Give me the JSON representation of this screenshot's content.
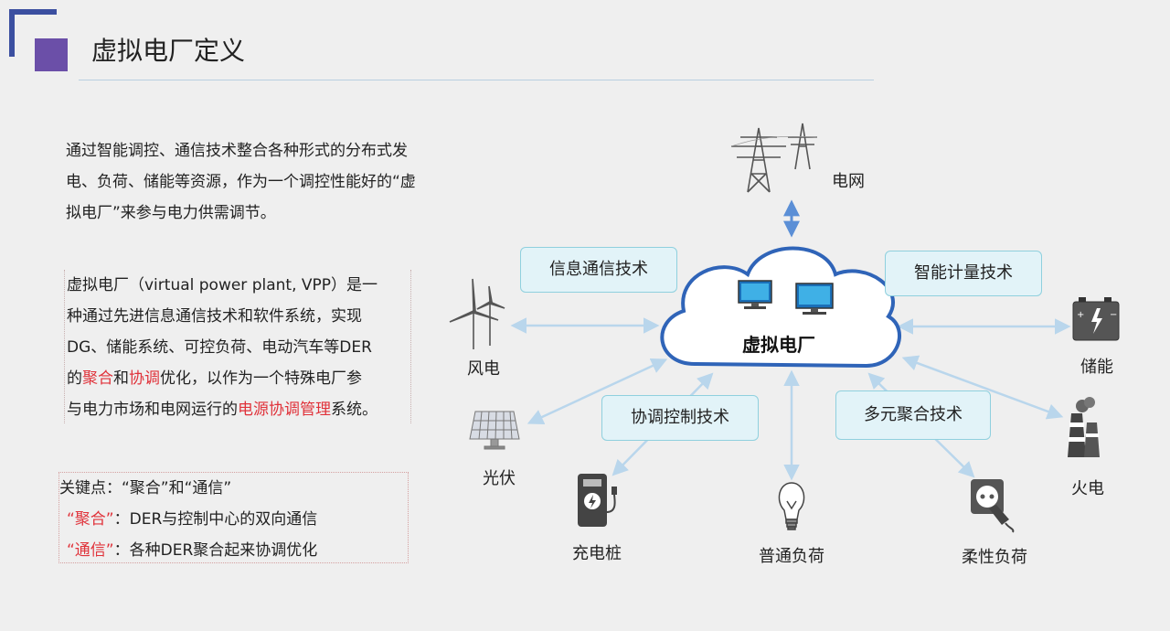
{
  "page": {
    "title": "虚拟电厂定义"
  },
  "left": {
    "para1": "通过智能调控、通信技术整合各种形式的分布式发电、负荷、储能等资源，作为一个调控性能好的“虚拟电厂”来参与电力供需调节。",
    "para2": {
      "line1": "虚拟电厂（virtual power plant, VPP）是一",
      "line2": "种通过先进信息通信技术和软件系统，实现",
      "line3": "DG、储能系统、可控负荷、电动汽车等DER",
      "line4_a": "的",
      "line4_red1": "聚合",
      "line4_b": "和",
      "line4_red2": "协调",
      "line4_c": "优化，以作为一个特殊电厂参",
      "line5_a": "与电力市场和电网运行的",
      "line5_red": "电源协调管理",
      "line5_b": "系统。"
    },
    "keypoints": {
      "line1": "关键点：“聚合”和“通信”",
      "line2_red": "“聚合”",
      "line2_rest": "：DER与控制中心的双向通信",
      "line3_red": "“通信”",
      "line3_rest": "：各种DER聚合起来协调优化"
    }
  },
  "diagram": {
    "center": "虚拟电厂",
    "tech": {
      "info_comm": "信息通信技术",
      "smart_meter": "智能计量技术",
      "coord_ctrl": "协调控制技术",
      "aggregation": "多元聚合技术"
    },
    "nodes": {
      "grid": "电网",
      "wind": "风电",
      "storage": "储能",
      "solar": "光伏",
      "thermal": "火电",
      "charger": "充电桩",
      "normal_load": "普通负荷",
      "flexible_load": "柔性负荷"
    },
    "colors": {
      "arrow": "#b9d6ec",
      "cloud_stroke": "#2f64b8",
      "tech_fill": "#e2f3f8"
    }
  }
}
